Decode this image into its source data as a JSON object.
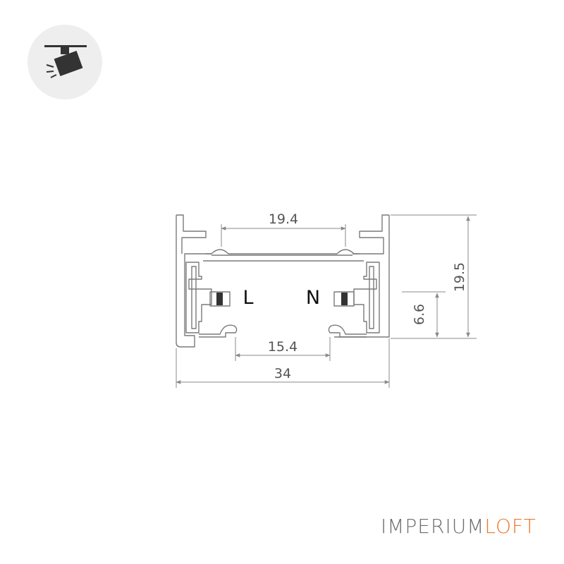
{
  "icon": {
    "name": "track-spotlight-icon",
    "bg_color": "#eeeeee",
    "fg_color": "#333333"
  },
  "dimensions": {
    "top_opening": "19.4",
    "bottom_opening": "15.4",
    "overall_width": "34",
    "overall_height": "19.5",
    "contact_height": "6.6"
  },
  "conductors": {
    "left": "L",
    "right": "N"
  },
  "brand": {
    "part1": "IMPERIUM",
    "part2": "LOFT",
    "color1": "#6e6e6e",
    "color2": "#e87a2c"
  }
}
